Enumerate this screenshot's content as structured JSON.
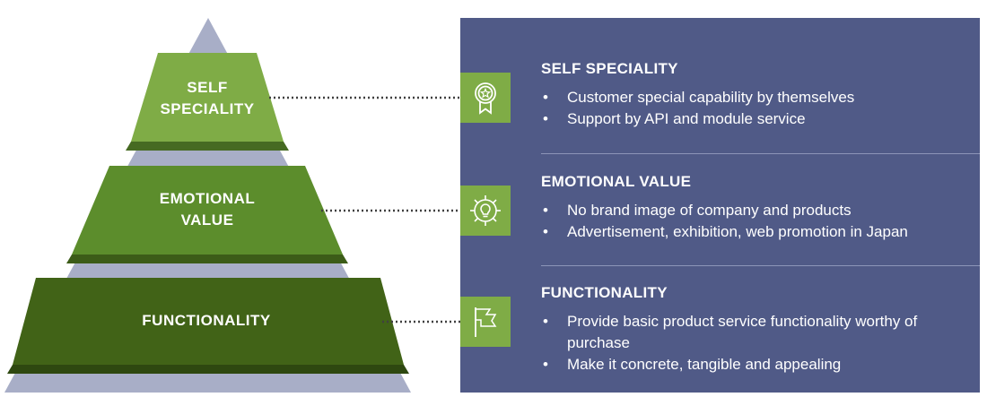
{
  "pyramid": {
    "tiers": [
      {
        "label": "SELF\nSPECIALITY"
      },
      {
        "label": "EMOTIONAL\nVALUE"
      },
      {
        "label": "FUNCTIONALITY"
      }
    ]
  },
  "panel": {
    "sections": [
      {
        "icon": "award-badge-icon",
        "title": "SELF SPECIALITY",
        "bullets": [
          "Customer special capability by themselves",
          "Support by API and module service"
        ]
      },
      {
        "icon": "gear-lightbulb-icon",
        "title": "EMOTIONAL VALUE",
        "bullets": [
          "No brand image of company and products",
          "Advertisement, exhibition, web promotion in Japan"
        ]
      },
      {
        "icon": "flag-icon",
        "title": "FUNCTIONALITY",
        "bullets": [
          "Provide basic product service functionality worthy of purchase",
          "Make it concrete, tangible and appealing"
        ]
      }
    ]
  },
  "colors": {
    "pyramid_backdrop": "#a8aec7",
    "tier_light": "#7fac46",
    "tier_medium": "#5c8d2c",
    "tier_dark": "#416317",
    "panel_bg": "#505a87",
    "icon_box": "#7fac46"
  }
}
